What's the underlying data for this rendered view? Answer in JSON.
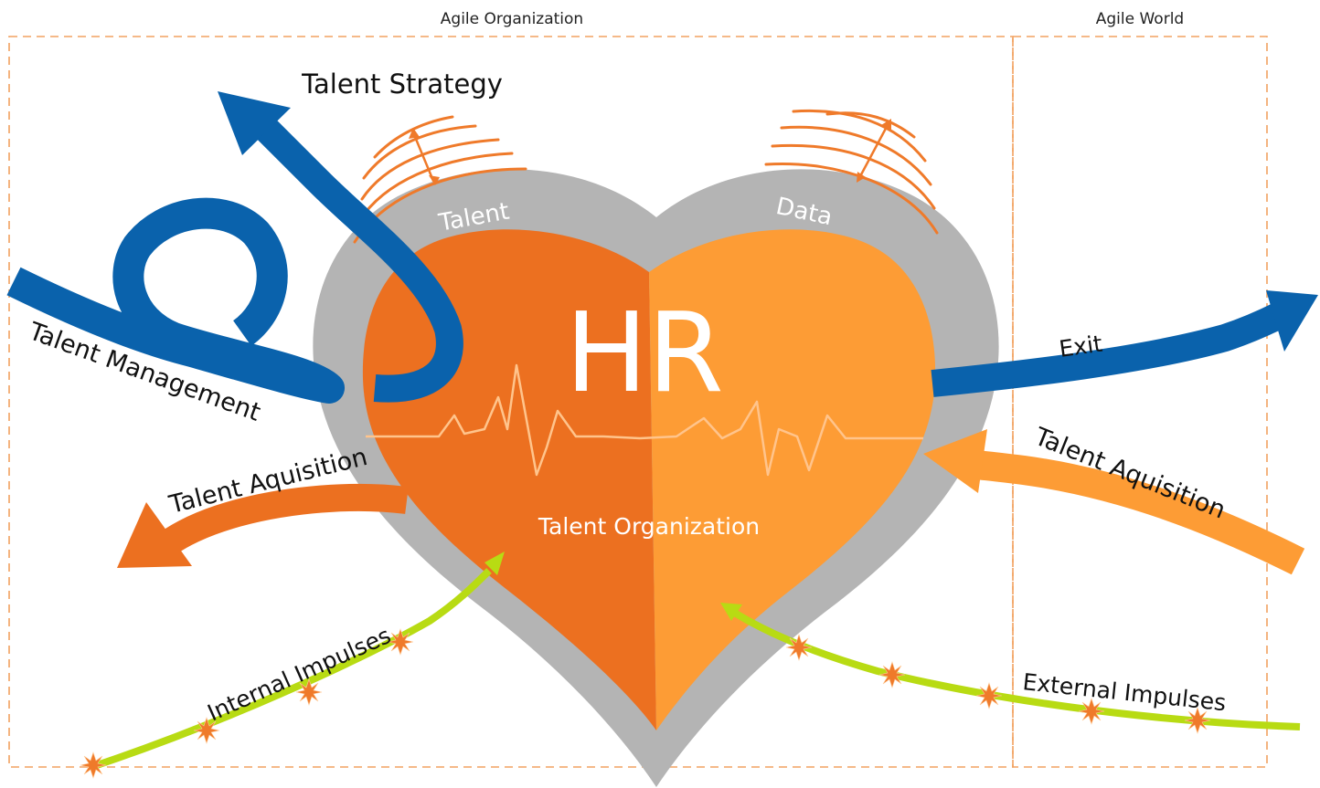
{
  "regions": {
    "organization_label": "Agile Organization",
    "world_label": "Agile World"
  },
  "heart": {
    "title": "HR",
    "left_ring_label": "Talent",
    "right_ring_label": "Data",
    "core_label": "Talent Organization"
  },
  "flows": {
    "strategy": "Talent Strategy",
    "management": "Talent Management",
    "acquisition_out": "Talent Aquisition",
    "acquisition_in": "Talent Aquisition",
    "exit": "Exit",
    "internal_impulses": "Internal Impulses",
    "external_impulses": "External Impulses"
  },
  "colors": {
    "heart_dark_orange": "#ec7020",
    "heart_light_orange": "#fd9c35",
    "heart_ring_gray": "#b4b4b4",
    "flow_blue": "#0a62ac",
    "impulse_green": "#b8db13",
    "frame_dashed_orange": "#f2a261",
    "signal_orange": "#ef7a2a"
  }
}
